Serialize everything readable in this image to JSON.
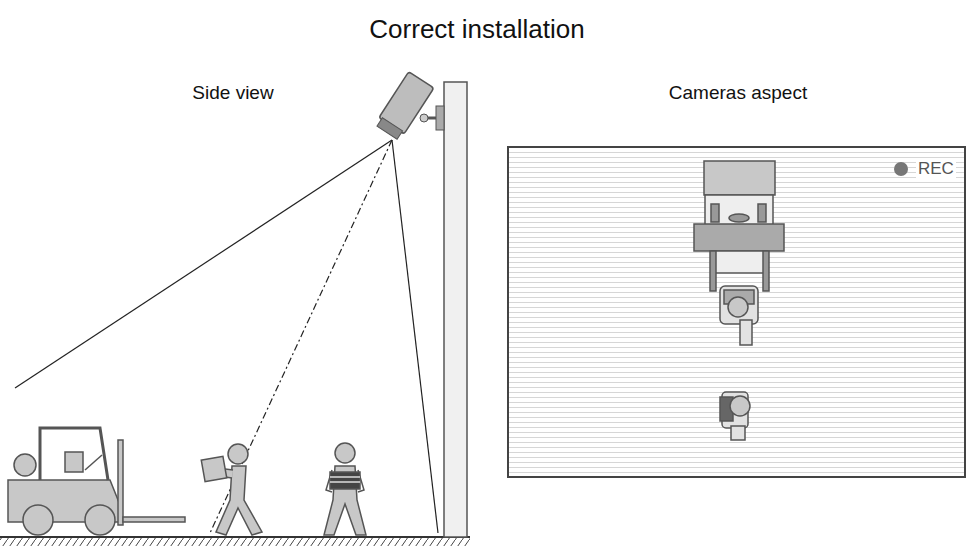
{
  "diagram": {
    "title": "Correct installation",
    "labels": [
      "Side view",
      "Cameras aspect",
      "REC"
    ]
  }
}
